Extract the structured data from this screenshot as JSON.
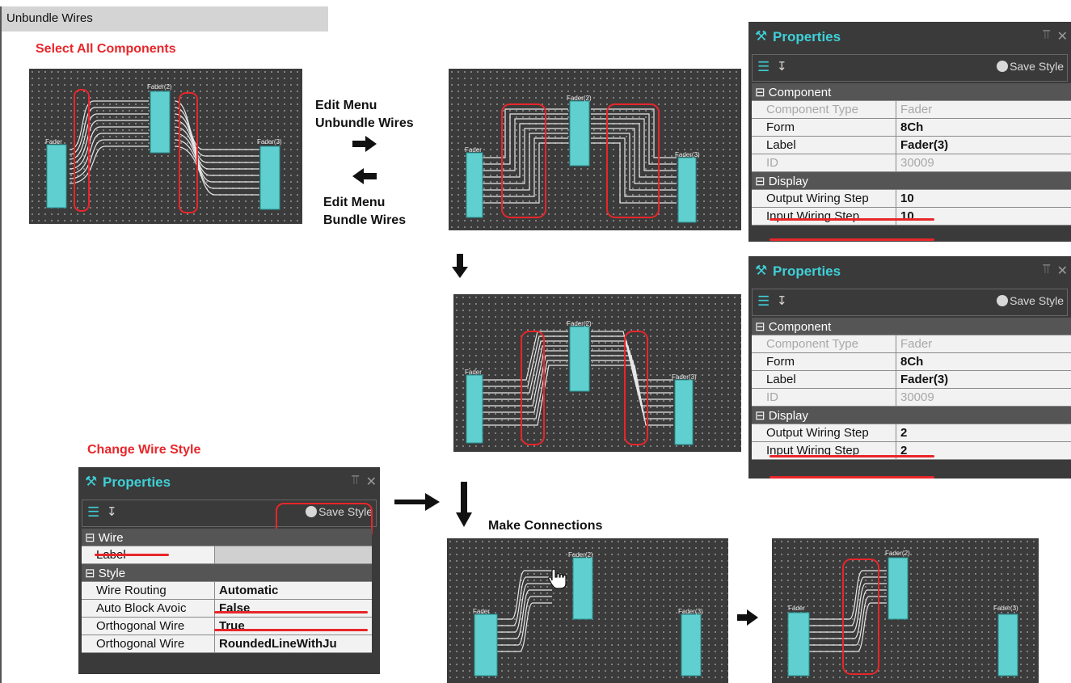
{
  "title": "Unbundle Wires",
  "headings": {
    "select_all": "Select All Components",
    "change_style": "Change Wire Style",
    "make_connections": "Make Connections"
  },
  "steps": {
    "unbundle_line1": "Edit Menu",
    "unbundle_line2": "Unbundle Wires",
    "bundle_line1": "Edit Menu",
    "bundle_line2": "Bundle Wires"
  },
  "canvas_labels": {
    "fader": "Fader",
    "fader2": "Fader(2)",
    "fader3": "Fader(3)"
  },
  "panel_top": {
    "title": "Properties",
    "save_style": "Save Style",
    "rows": [
      {
        "k": "Component",
        "v": ""
      },
      {
        "k": "Component Type",
        "v": "Fader"
      },
      {
        "k": "Form",
        "v": "8Ch"
      },
      {
        "k": "Label",
        "v": "Fader(3)"
      },
      {
        "k": "ID",
        "v": "30009"
      },
      {
        "k": "Display",
        "v": ""
      },
      {
        "k": "Output Wiring Step",
        "v": "10"
      },
      {
        "k": "Input Wiring Step",
        "v": "10"
      }
    ]
  },
  "panel_mid": {
    "title": "Properties",
    "save_style": "Save Style",
    "rows": [
      {
        "k": "Component",
        "v": ""
      },
      {
        "k": "Component Type",
        "v": "Fader"
      },
      {
        "k": "Form",
        "v": "8Ch"
      },
      {
        "k": "Label",
        "v": "Fader(3)"
      },
      {
        "k": "ID",
        "v": "30009"
      },
      {
        "k": "Display",
        "v": ""
      },
      {
        "k": "Output Wiring Step",
        "v": "2"
      },
      {
        "k": "Input Wiring Step",
        "v": "2"
      }
    ]
  },
  "panel_wire": {
    "title": "Properties",
    "save_style": "Save Style",
    "rows": [
      {
        "k": "Wire",
        "v": ""
      },
      {
        "k": "Label",
        "v": ""
      },
      {
        "k": "Style",
        "v": ""
      },
      {
        "k": "Wire Routing",
        "v": "Automatic"
      },
      {
        "k": "Auto Block Avoic",
        "v": "False"
      },
      {
        "k": "Orthogonal Wire",
        "v": "True"
      },
      {
        "k": "Orthogonal Wire",
        "v": "RoundedLineWithJu"
      }
    ]
  },
  "colors": {
    "accent_red": "#e8262a",
    "panel_title": "#3fd0d8",
    "block_fill": "#5fcfcf",
    "canvas_bg": "#3b3b3b"
  },
  "icons": [
    "wrench-icon",
    "pin-icon",
    "close-icon",
    "categorized-icon",
    "sort-az-icon",
    "user-icon",
    "hand-cursor-icon",
    "arrow-right-icon",
    "arrow-left-icon",
    "arrow-down-icon"
  ]
}
